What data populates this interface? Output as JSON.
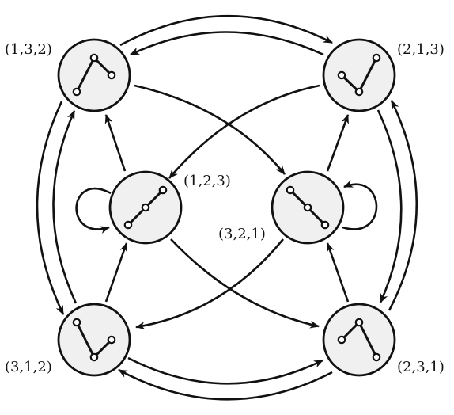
{
  "diagram": {
    "nodes": [
      {
        "id": "n132",
        "label": "(1,3,2)"
      },
      {
        "id": "n213",
        "label": "(2,1,3)"
      },
      {
        "id": "n123",
        "label": "(1,2,3)"
      },
      {
        "id": "n321",
        "label": "(3,2,1)"
      },
      {
        "id": "n312",
        "label": "(3,1,2)"
      },
      {
        "id": "n231",
        "label": "(2,3,1)"
      }
    ],
    "edges": [
      {
        "from": "n132",
        "to": "n213"
      },
      {
        "from": "n213",
        "to": "n132"
      },
      {
        "from": "n132",
        "to": "n312"
      },
      {
        "from": "n312",
        "to": "n132"
      },
      {
        "from": "n213",
        "to": "n231"
      },
      {
        "from": "n231",
        "to": "n213"
      },
      {
        "from": "n312",
        "to": "n231"
      },
      {
        "from": "n231",
        "to": "n312"
      },
      {
        "from": "n132",
        "to": "n321"
      },
      {
        "from": "n213",
        "to": "n123"
      },
      {
        "from": "n123",
        "to": "n132"
      },
      {
        "from": "n321",
        "to": "n213"
      },
      {
        "from": "n312",
        "to": "n123"
      },
      {
        "from": "n231",
        "to": "n321"
      },
      {
        "from": "n123",
        "to": "n231"
      },
      {
        "from": "n321",
        "to": "n312"
      },
      {
        "from": "n123",
        "to": "n123"
      },
      {
        "from": "n321",
        "to": "n321"
      }
    ]
  }
}
